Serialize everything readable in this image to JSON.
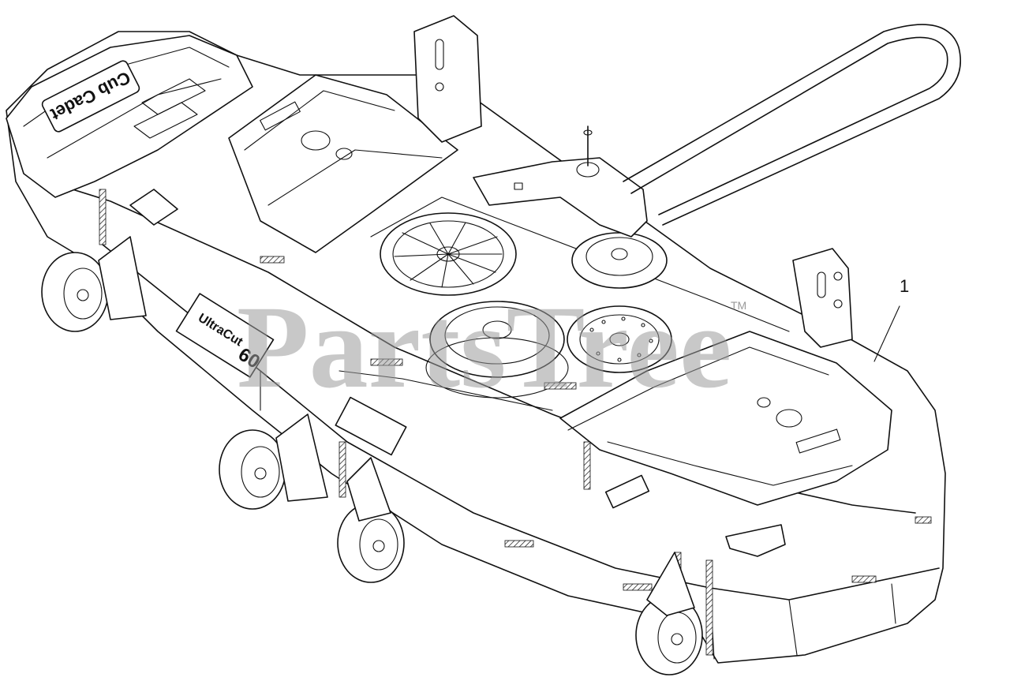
{
  "diagram": {
    "callout": {
      "number": "1"
    },
    "watermark": {
      "text": "PartsTree",
      "trademark": "TM"
    },
    "deck_decal": {
      "brand": "UltraCut",
      "size": "60"
    },
    "hood_logo": "Cub Cadet"
  }
}
